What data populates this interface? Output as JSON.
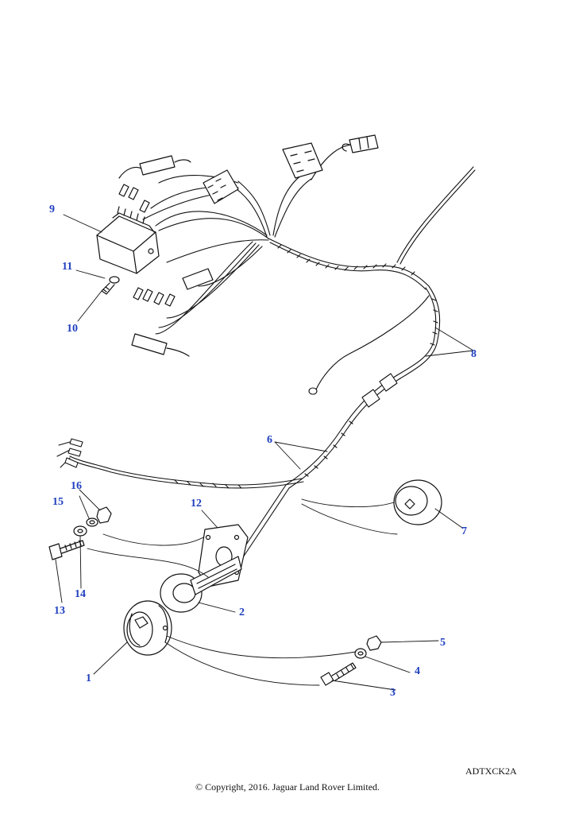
{
  "callouts": {
    "c1": "1",
    "c2": "2",
    "c3": "3",
    "c4": "4",
    "c5": "5",
    "c6": "6",
    "c7": "7",
    "c8": "8",
    "c9": "9",
    "c10": "10",
    "c11": "11",
    "c12": "12",
    "c13": "13",
    "c14": "14",
    "c15": "15",
    "c16": "16"
  },
  "reference_code": "ADTXCK2A",
  "copyright": "© Copyright, 2016. Jaguar Land Rover Limited.",
  "colors": {
    "callout": "#1f3fbf",
    "line_art": "#111111"
  }
}
